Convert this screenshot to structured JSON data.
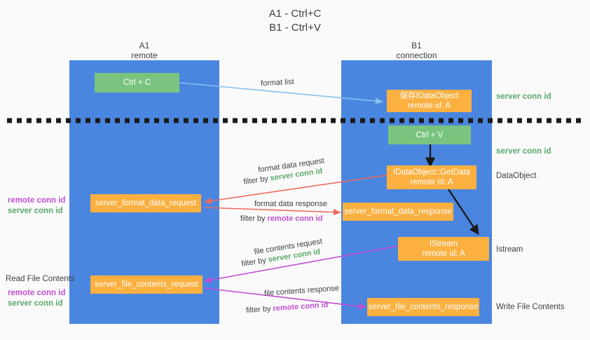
{
  "title": {
    "line1": "A1 - Ctrl+C",
    "line2": "B1 - Ctrl+V"
  },
  "panels": {
    "left": {
      "name": "A1",
      "sub": "remote"
    },
    "right": {
      "name": "B1",
      "sub": "connection"
    }
  },
  "colors": {
    "panel": "#4a86e0",
    "green_node": "#7ac47f",
    "orange_node": "#fbb040",
    "server_conn": "#5aa96a",
    "remote_conn": "#c04fd1",
    "arrow_blue": "#85c1ec",
    "arrow_red": "#ea6a5e",
    "arrow_magenta": "#c04fd1",
    "arrow_black": "#1a1a1a"
  },
  "nodes": {
    "ctrl_c": "Ctrl + C",
    "ctrl_v": "Ctrl + V",
    "idataobject": {
      "line1": "保存IDataObject",
      "line2": "remote id: A"
    },
    "getdata": {
      "line1": "IDataObject::GetData",
      "line2": "remote id: A"
    },
    "istream": {
      "line1": "IStream",
      "line2": "remote id: A"
    },
    "server_format_data_request": "server_format_data_request",
    "server_format_data_response": "server_format_data_response",
    "server_file_contents_request": "server_file_contents_request",
    "server_file_contents_response": "server_file_contents_response"
  },
  "right_labels": {
    "server_conn_id_1": "server conn id",
    "server_conn_id_2": "server conn id",
    "dataobject": "DataObject",
    "istream": "Istream",
    "write_file_contents": "Write File Contents"
  },
  "left_labels": {
    "format_remote": "remote conn id",
    "format_server": "server conn id",
    "read_file_contents": "Read File Contents",
    "file_remote": "remote conn id",
    "file_server": "server conn id"
  },
  "edge_labels": {
    "format_list": "format list",
    "format_data_request": "format data request",
    "format_data_request_filter_pre": "filter by ",
    "format_data_request_filter_key": "server conn id",
    "format_data_response": "format data response",
    "format_data_response_filter_pre": "filter by ",
    "format_data_response_filter_key": "remote conn id",
    "file_contents_request": "file contents request",
    "file_contents_request_filter_pre": "filter by ",
    "file_contents_request_filter_key": "server conn id",
    "file_contents_response": "file contents response",
    "file_contents_response_filter_pre": "filter by ",
    "file_contents_response_filter_key": "remote conn id"
  }
}
